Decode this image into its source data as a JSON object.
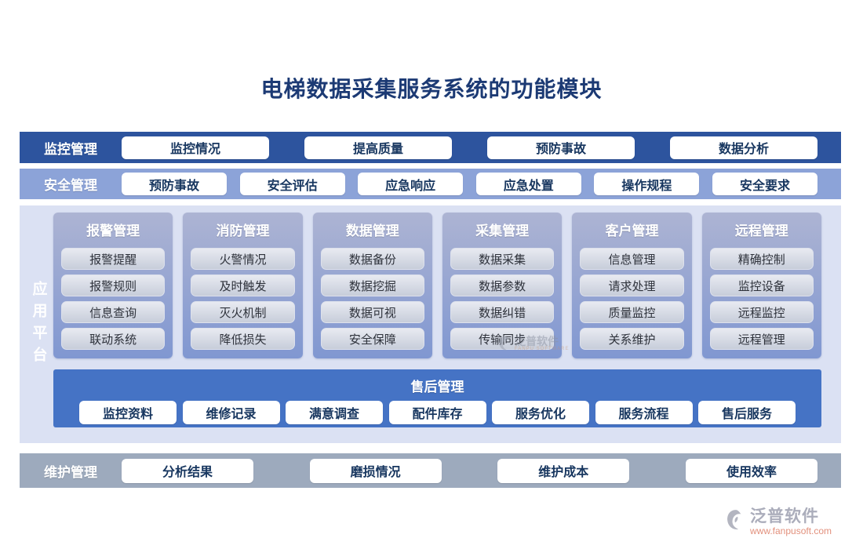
{
  "title": "电梯数据采集服务系统的功能模块",
  "bands": [
    {
      "label": "监控管理",
      "buttons": [
        "监控情况",
        "提高质量",
        "预防事故",
        "数据分析"
      ]
    },
    {
      "label": "安全管理",
      "buttons": [
        "预防事故",
        "安全评估",
        "应急响应",
        "应急处置",
        "操作规程",
        "安全要求"
      ]
    },
    {
      "label": "维护管理",
      "buttons": [
        "分析结果",
        "磨损情况",
        "维护成本",
        "使用效率"
      ]
    }
  ],
  "platform": {
    "label": "应用平台",
    "columns": [
      {
        "title": "报警管理",
        "items": [
          "报警提醒",
          "报警规则",
          "信息查询",
          "联动系统"
        ]
      },
      {
        "title": "消防管理",
        "items": [
          "火警情况",
          "及时触发",
          "灭火机制",
          "降低损失"
        ]
      },
      {
        "title": "数据管理",
        "items": [
          "数据备份",
          "数据挖掘",
          "数据可视",
          "安全保障"
        ]
      },
      {
        "title": "采集管理",
        "items": [
          "数据采集",
          "数据参数",
          "数据纠错",
          "传输同步"
        ]
      },
      {
        "title": "客户管理",
        "items": [
          "信息管理",
          "请求处理",
          "质量监控",
          "关系维护"
        ]
      },
      {
        "title": "远程管理",
        "items": [
          "精确控制",
          "监控设备",
          "远程监控",
          "远程管理"
        ]
      }
    ],
    "after_sales": {
      "title": "售后管理",
      "buttons": [
        "监控资料",
        "维修记录",
        "满意调查",
        "配件库存",
        "服务优化",
        "服务流程",
        "售后服务"
      ]
    }
  },
  "watermark": {
    "brand": "泛普软件",
    "subtext": "FANPU SOFTWARE"
  },
  "footer": {
    "brand": "泛普软件",
    "url": "www.fanpusoft.com"
  },
  "colors": {
    "title_text": "#1c3a74",
    "band_monitor_bg": "#2d549e",
    "band_safety_bg": "#8ca3d8",
    "band_maintenance_bg": "#9daabd",
    "platform_bg": "#dbe1f3",
    "module_card_top": "#adb4d3",
    "module_card_bottom": "#8097d1",
    "after_sales_bg": "#4573c5",
    "pill_text": "#17365f",
    "footer_url_text": "#e2907c"
  }
}
